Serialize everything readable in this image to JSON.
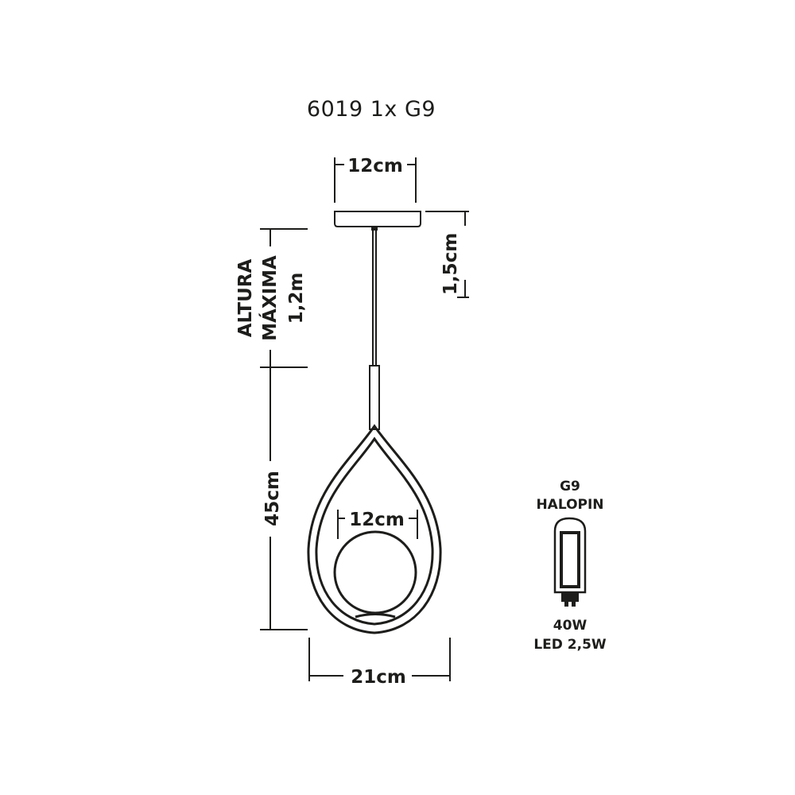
{
  "title": "6019 1x G9",
  "dimensions": {
    "canopy_width": "12cm",
    "canopy_height": "1,5cm",
    "max_height_line1": "ALTURA",
    "max_height_line2": "MÁXIMA",
    "max_height_line3": "1,2m",
    "body_height": "45cm",
    "globe_width": "12cm",
    "body_width": "21cm"
  },
  "bulb": {
    "type": "G9",
    "name": "HALOPIN",
    "power": "40W",
    "led": "LED 2,5W"
  }
}
